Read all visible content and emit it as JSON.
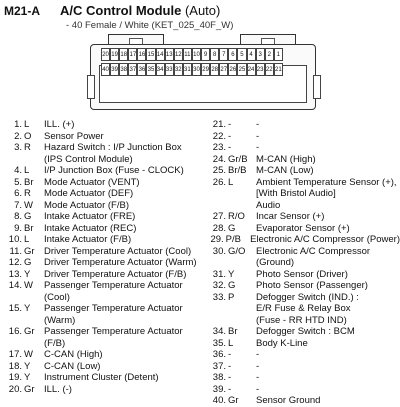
{
  "header": {
    "code": "M21-A",
    "title": "A/C Control Module",
    "title_suffix": "(Auto)",
    "subtitle": "- 40 Female / White (KET_025_40F_W)"
  },
  "connector": {
    "row1": [
      "20",
      "19",
      "18",
      "17",
      "16",
      "15",
      "14",
      "13",
      "12",
      "11",
      "10",
      "9",
      "8",
      "7",
      "6",
      "5",
      "4",
      "3",
      "2",
      "1"
    ],
    "row2": [
      "40",
      "39",
      "38",
      "37",
      "36",
      "35",
      "34",
      "33",
      "32",
      "31",
      "30",
      "29",
      "28",
      "27",
      "26",
      "25",
      "24",
      "23",
      "22",
      "21"
    ]
  },
  "pins_left": [
    {
      "num": "1.",
      "color": "L",
      "lines": [
        "ILL. (+)"
      ]
    },
    {
      "num": "2.",
      "color": "O",
      "lines": [
        "Sensor Power"
      ]
    },
    {
      "num": "3.",
      "color": "R",
      "lines": [
        "Hazard Switch : I/P Junction Box",
        "(IPS Control Module)"
      ]
    },
    {
      "num": "4.",
      "color": "L",
      "lines": [
        "I/P Junction Box (Fuse - CLOCK)"
      ]
    },
    {
      "num": "5.",
      "color": "Br",
      "lines": [
        "Mode Actuator (VENT)"
      ]
    },
    {
      "num": "6.",
      "color": "R",
      "lines": [
        "Mode Actuator (DEF)"
      ]
    },
    {
      "num": "7.",
      "color": "W",
      "lines": [
        "Mode Actuator (F/B)"
      ]
    },
    {
      "num": "8.",
      "color": "G",
      "lines": [
        "Intake Actuator (FRE)"
      ]
    },
    {
      "num": "9.",
      "color": "Br",
      "lines": [
        "Intake Actuator (REC)"
      ]
    },
    {
      "num": "10.",
      "color": "L",
      "lines": [
        "Intake Actuator (F/B)"
      ]
    },
    {
      "num": "11.",
      "color": "Gr",
      "lines": [
        "Driver Temperature Actuator (Cool)"
      ]
    },
    {
      "num": "12.",
      "color": "G",
      "lines": [
        "Driver Temperature Actuator (Warm)"
      ]
    },
    {
      "num": "13.",
      "color": "Y",
      "lines": [
        "Driver Temperature Actuator (F/B)"
      ]
    },
    {
      "num": "14.",
      "color": "W",
      "lines": [
        "Passenger Temperature Actuator",
        "(Cool)"
      ]
    },
    {
      "num": "15.",
      "color": "Y",
      "lines": [
        "Passenger Temperature Actuator",
        "(Warm)"
      ]
    },
    {
      "num": "16.",
      "color": "Gr",
      "lines": [
        "Passenger Temperature Actuator",
        "(F/B)"
      ]
    },
    {
      "num": "17.",
      "color": "W",
      "lines": [
        "C-CAN (High)"
      ]
    },
    {
      "num": "18.",
      "color": "Y",
      "lines": [
        "C-CAN (Low)"
      ]
    },
    {
      "num": "19.",
      "color": "Y",
      "lines": [
        "Instrument Cluster (Detent)"
      ]
    },
    {
      "num": "20.",
      "color": "Gr",
      "lines": [
        "ILL. (-)"
      ]
    }
  ],
  "pins_right": [
    {
      "num": "21.",
      "color": "-",
      "lines": [
        "-"
      ]
    },
    {
      "num": "22.",
      "color": "-",
      "lines": [
        "-"
      ]
    },
    {
      "num": "23.",
      "color": "-",
      "lines": [
        "-"
      ]
    },
    {
      "num": "24.",
      "color": "Gr/B",
      "lines": [
        "M-CAN (High)"
      ]
    },
    {
      "num": "25.",
      "color": "Br/B",
      "lines": [
        "M-CAN (Low)"
      ]
    },
    {
      "num": "26.",
      "color": "L",
      "lines": [
        "Ambient Temperature Sensor (+),",
        "[With Bristol Audio]",
        "Audio"
      ]
    },
    {
      "num": "27.",
      "color": "R/O",
      "lines": [
        "Incar Sensor (+)"
      ]
    },
    {
      "num": "28.",
      "color": "G",
      "lines": [
        "Evaporator Sensor (+)"
      ]
    },
    {
      "num": "29.",
      "color": "P/B",
      "lines": [
        "Electronic A/C Compressor (Power)"
      ]
    },
    {
      "num": "30.",
      "color": "G/O",
      "lines": [
        "Electronic A/C Compressor",
        "(Ground)"
      ]
    },
    {
      "num": "31.",
      "color": "Y",
      "lines": [
        "Photo Sensor (Driver)"
      ]
    },
    {
      "num": "32.",
      "color": "G",
      "lines": [
        "Photo Sensor (Passenger)"
      ]
    },
    {
      "num": "33.",
      "color": "P",
      "lines": [
        "Defogger Switch (IND.) :",
        "E/R Fuse & Relay Box",
        "(Fuse - RR HTD IND)"
      ]
    },
    {
      "num": "34.",
      "color": "Br",
      "lines": [
        "Defogger Switch : BCM"
      ]
    },
    {
      "num": "35.",
      "color": "L",
      "lines": [
        "Body K-Line"
      ]
    },
    {
      "num": "36.",
      "color": "-",
      "lines": [
        "-"
      ]
    },
    {
      "num": "37.",
      "color": "-",
      "lines": [
        "-"
      ]
    },
    {
      "num": "38.",
      "color": "-",
      "lines": [
        "-"
      ]
    },
    {
      "num": "39.",
      "color": "-",
      "lines": [
        "-"
      ]
    },
    {
      "num": "40.",
      "color": "Gr",
      "lines": [
        "Sensor Ground"
      ]
    }
  ]
}
